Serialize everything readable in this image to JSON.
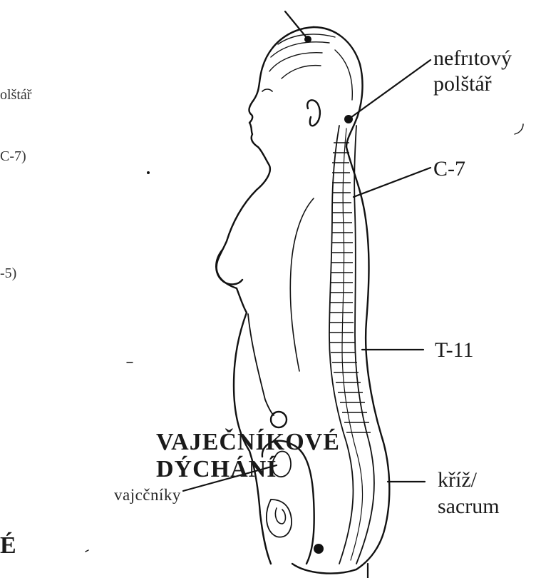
{
  "labels": {
    "nefritovy_line1": "nefrıtový",
    "nefritovy_line2": "polštář",
    "c7": "C-7",
    "t11": "T-11",
    "kriz_line1": "kříž/",
    "kriz_line2": "sacrum",
    "vajecniky": "vajcčníky"
  },
  "title": {
    "line1": "VAJEČNÍKOVÉ",
    "line2": "DÝCHÁNÍ"
  },
  "left_fragments": {
    "polstar_fragment": "olštář",
    "c7_fragment": "C-7)",
    "l5_fragment": "-5)",
    "e_fragment": "É"
  },
  "colors": {
    "ink": "#111111",
    "paper": "#ffffff"
  }
}
